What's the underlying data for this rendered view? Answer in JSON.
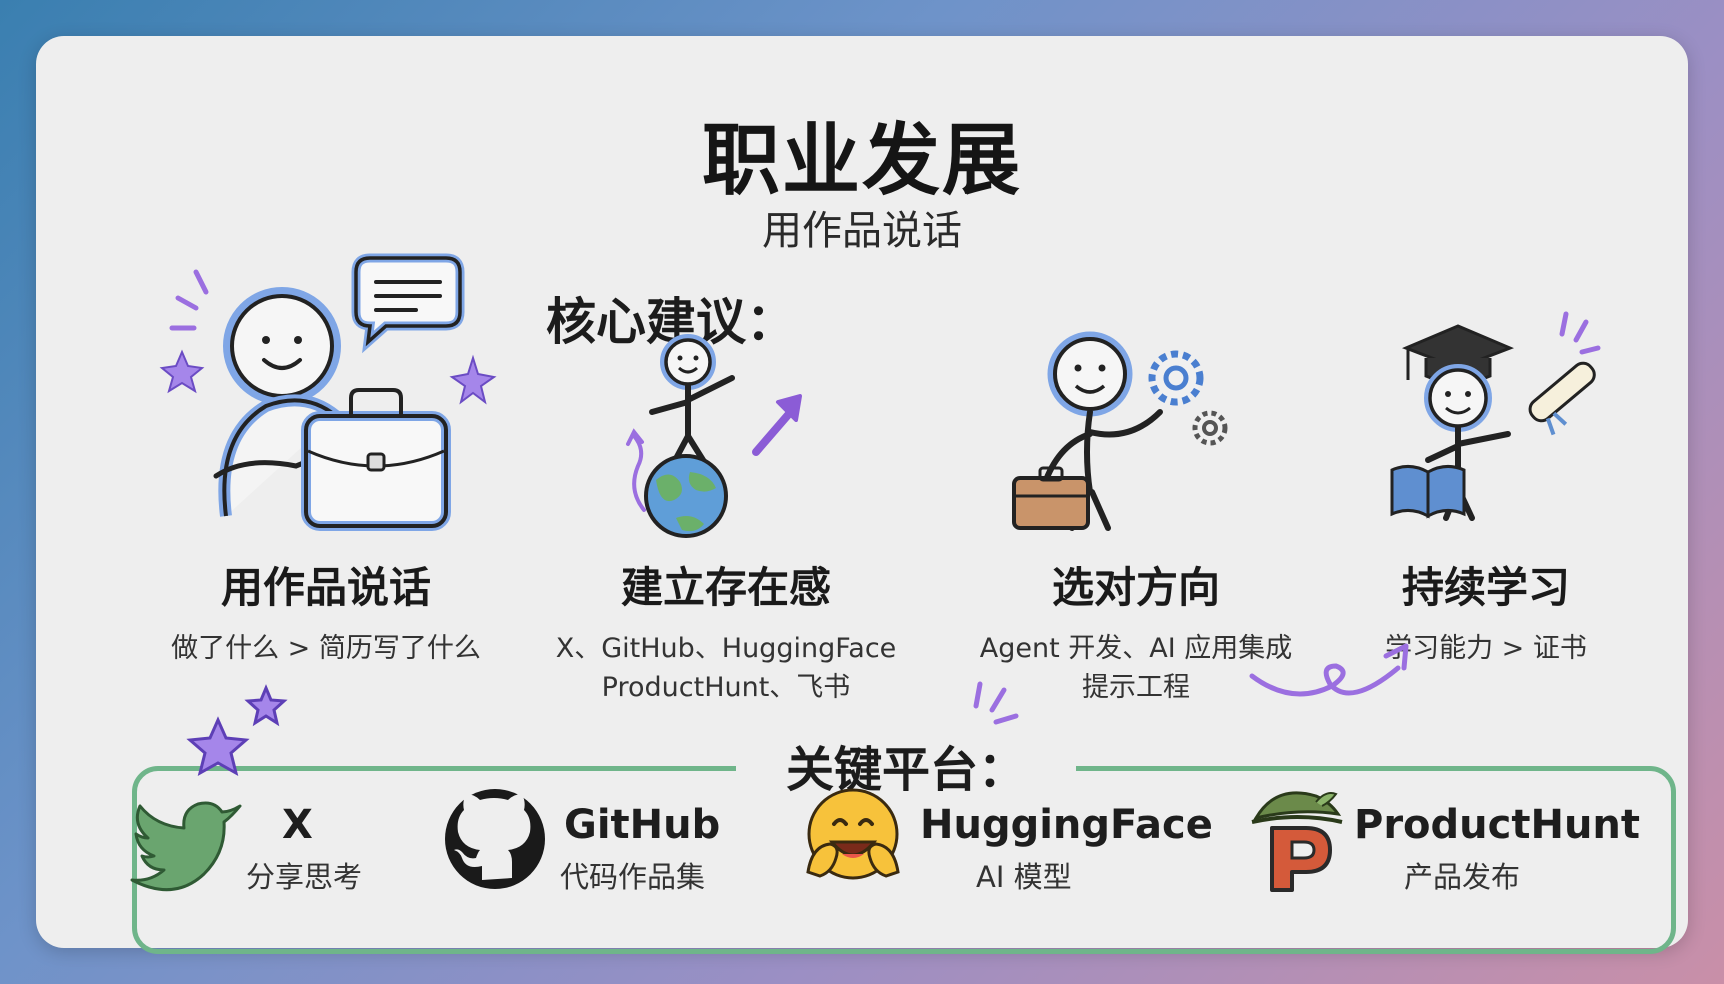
{
  "header": {
    "title": "职业发展",
    "subtitle": "用作品说话"
  },
  "advice": {
    "heading": "核心建议：",
    "items": [
      {
        "title": "用作品说话",
        "lines": [
          "做了什么 > 简历写了什么"
        ],
        "icon": "person-with-briefcase-icon"
      },
      {
        "title": "建立存在感",
        "lines": [
          "X、GitHub、HuggingFace",
          "ProductHunt、飞书"
        ],
        "icon": "person-on-globe-icon"
      },
      {
        "title": "选对方向",
        "lines": [
          "Agent 开发、AI 应用集成",
          "提示工程"
        ],
        "icon": "person-with-gears-icon"
      },
      {
        "title": "持续学习",
        "lines": [
          "学习能力 > 证书"
        ],
        "icon": "graduate-with-book-icon"
      }
    ]
  },
  "platforms": {
    "heading": "关键平台：",
    "items": [
      {
        "name": "X",
        "desc": "分享思考",
        "icon": "twitter-bird-icon",
        "color": "#6aa56f"
      },
      {
        "name": "GitHub",
        "desc": "代码作品集",
        "icon": "github-icon",
        "color": "#1a1a1a"
      },
      {
        "name": "HuggingFace",
        "desc": "AI 模型",
        "icon": "huggingface-icon",
        "color": "#f7c23b"
      },
      {
        "name": "ProductHunt",
        "desc": "产品发布",
        "icon": "producthunt-icon",
        "color": "#d45a3a"
      }
    ]
  },
  "colors": {
    "accent_purple": "#9b6fe0",
    "outline_blue": "#7fa6e6",
    "platform_border": "#6fb58a"
  }
}
